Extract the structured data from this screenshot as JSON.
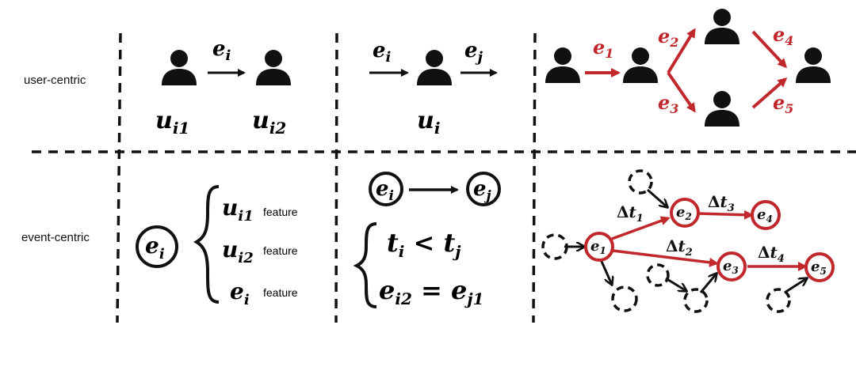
{
  "rows": {
    "user_centric": "user-centric",
    "event_centric": "event-centric"
  },
  "colors": {
    "accent": "#c0282b",
    "ink": "#111111"
  },
  "panel_user_pair": {
    "edge_label": "e_i",
    "left_user": "u_i1",
    "right_user": "u_i2"
  },
  "panel_user_chain": {
    "in_label": "e_i",
    "out_label": "e_j",
    "user": "u_i"
  },
  "panel_user_graph": {
    "edges": [
      "e_1",
      "e_2",
      "e_3",
      "e_4",
      "e_5"
    ]
  },
  "panel_event_features": {
    "event": "e_i",
    "rows": [
      {
        "symbol": "u_i1",
        "text": "feature"
      },
      {
        "symbol": "u_i2",
        "text": "feature"
      },
      {
        "symbol": "e_i",
        "text": "feature"
      }
    ]
  },
  "panel_event_relation": {
    "from": "e_i",
    "to": "e_j",
    "constraints": [
      "t_i < t_j",
      "e_i2 = e_j1"
    ]
  },
  "panel_event_graph": {
    "nodes": [
      "e_1",
      "e_2",
      "e_3",
      "e_4",
      "e_5"
    ],
    "deltas": [
      "Δt_1",
      "Δt_2",
      "Δt_3",
      "Δt_4"
    ]
  }
}
